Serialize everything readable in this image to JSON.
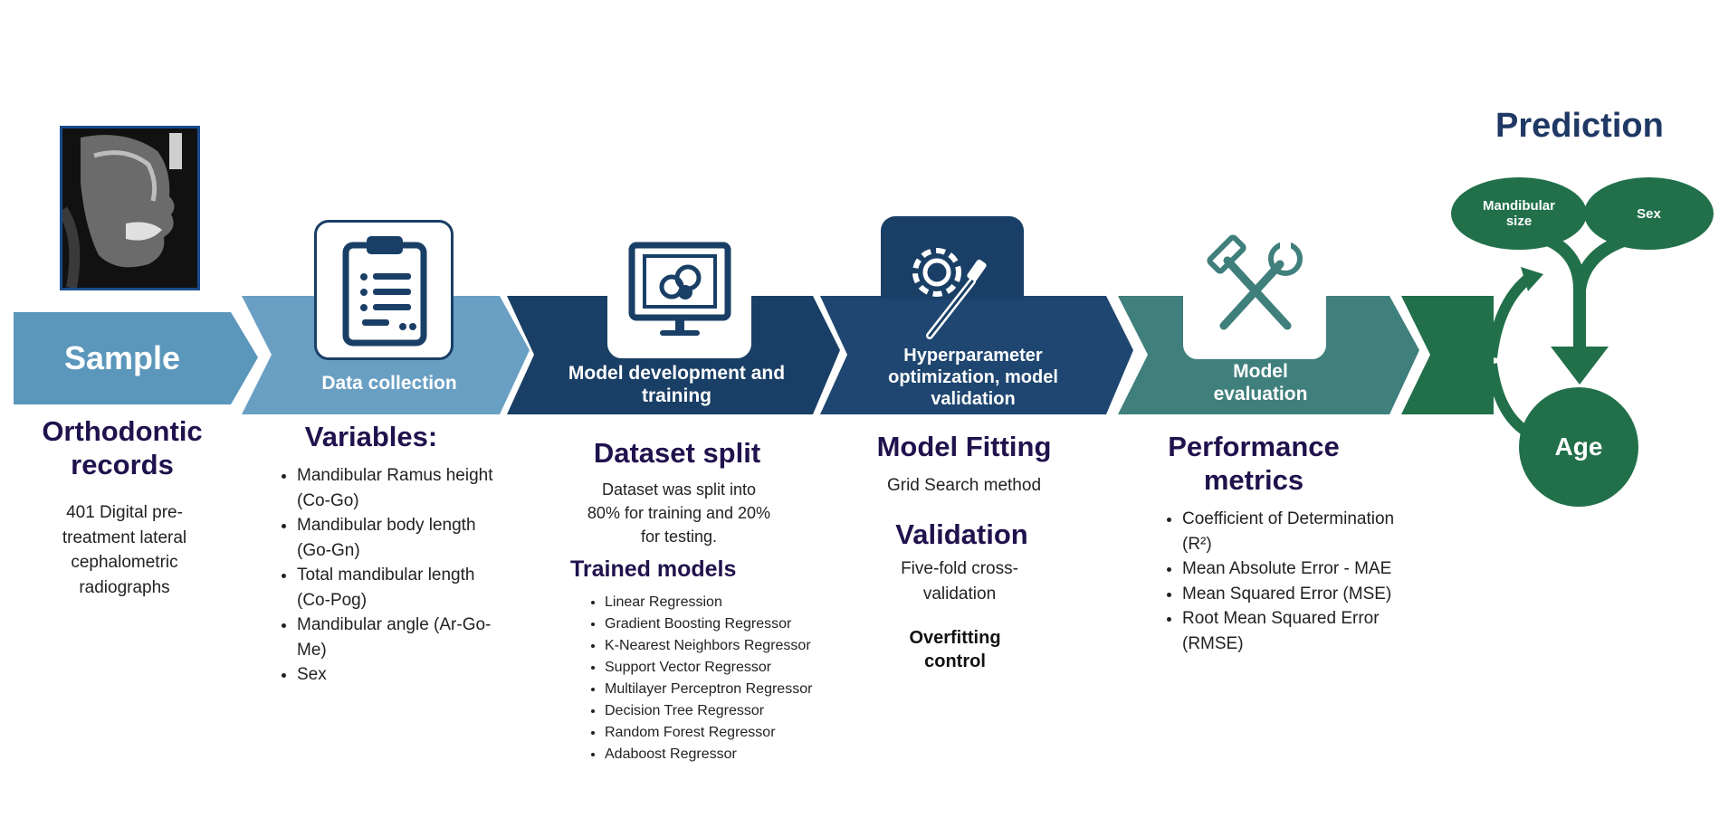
{
  "steps": [
    {
      "label": "Sample",
      "heading": "Orthodontic records",
      "body": "401 Digital pre-treatment lateral cephalometric radiographs"
    },
    {
      "label": "Data collection",
      "heading": "Variables:",
      "items": [
        "Mandibular Ramus height (Co-Go)",
        "Mandibular body length (Go-Gn)",
        "Total mandibular length (Co-Pog)",
        "Mandibular angle (Ar-Go-Me)",
        "Sex"
      ]
    },
    {
      "label": "Model development and training",
      "heading": "Dataset split",
      "body": "Dataset was split into 80% for training and 20% for testing.",
      "subheading": "Trained models",
      "items": [
        "Linear Regression",
        "Gradient Boosting Regressor",
        "K-Nearest Neighbors Regressor",
        "Support Vector Regressor",
        "Multilayer Perceptron Regressor",
        "Decision Tree Regressor",
        "Random Forest Regressor",
        "Adaboost Regressor"
      ]
    },
    {
      "label": "Hyperparameter optimization, model validation",
      "heading": "Model Fitting",
      "body": "Grid Search method",
      "subheading": "Validation",
      "body2": "Five-fold cross-validation",
      "note": "Overfitting control"
    },
    {
      "label": "Model evaluation",
      "heading": "Performance metrics",
      "items": [
        "Coefficient of Determination (R²)",
        "Mean Absolute Error - MAE",
        "Mean Squared Error (MSE)",
        "Root Mean Squared Error (RMSE)"
      ]
    }
  ],
  "prediction": {
    "title": "Prediction",
    "inputs": [
      "Mandibular size",
      "Sex"
    ],
    "output": "Age"
  },
  "icons": [
    "xray-image-icon",
    "clipboard-icon",
    "monitor-icon",
    "gear-screwdriver-icon",
    "hammer-wrench-icon"
  ],
  "colors": {
    "light_blue": "#5b96bb",
    "mid_blue": "#6a9fc4",
    "dark_navy": "#1a3f66",
    "navy": "#1e4670",
    "teal": "#3f7f7c",
    "green": "#21704a",
    "heading": "#20124d"
  }
}
